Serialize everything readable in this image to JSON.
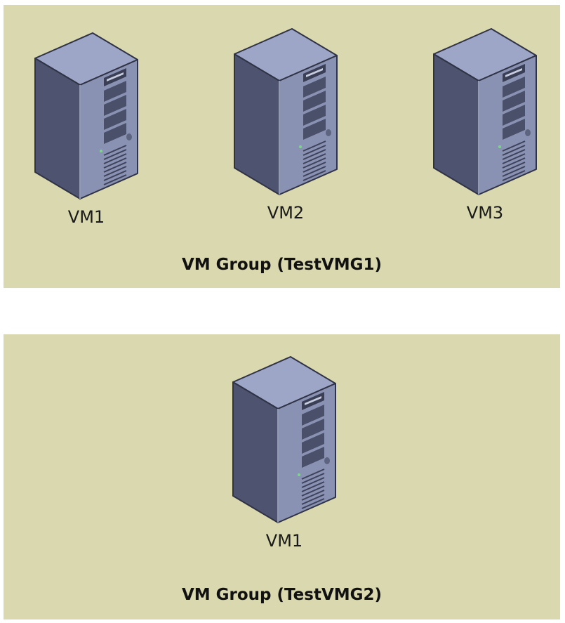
{
  "colors": {
    "group_background": "#d9d8ae",
    "server_front": "#8a92b4",
    "server_side": "#4e5470",
    "server_top": "#9ea6c8"
  },
  "groups": [
    {
      "label": "VM Group (TestVMG1)",
      "vms": [
        {
          "label": "VM1",
          "icon": "server-tower-icon"
        },
        {
          "label": "VM2",
          "icon": "server-tower-icon"
        },
        {
          "label": "VM3",
          "icon": "server-tower-icon"
        }
      ]
    },
    {
      "label": "VM Group (TestVMG2)",
      "vms": [
        {
          "label": "VM1",
          "icon": "server-tower-icon"
        }
      ]
    }
  ]
}
